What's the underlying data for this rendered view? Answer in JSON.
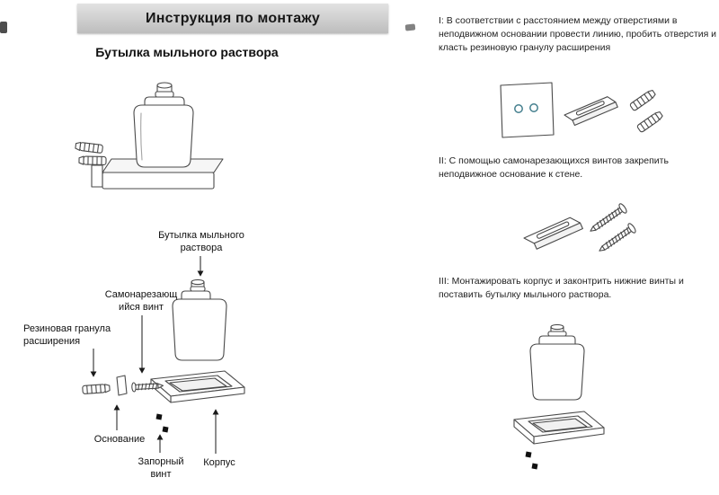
{
  "header": {
    "title": "Инструкция по монтажу"
  },
  "diagram": {
    "subtitle": "Бутылка мыльного раствора",
    "labels": {
      "bottle": "Бутылка мыльного раствора",
      "screw": "Самонарезающийся винт",
      "anchor": "Резиновая гранула расширения",
      "base": "Основание",
      "lock_screw": "Запорный винт",
      "body": "Корпус"
    }
  },
  "steps": [
    {
      "num": "I",
      "text": "I: В соответствии с расстоянием между отверстиями в неподвижном основании провести линию, пробить отверстия и класть резиновую гранулу расширения"
    },
    {
      "num": "II",
      "text": "II: С помощью самонарезающихся винтов закрепить неподвижное основание к стене."
    },
    {
      "num": "III",
      "text": "III: Монтажировать корпус и законтрить нижние винты и поставить бутылку мыльного раствора."
    }
  ],
  "colors": {
    "accent_hole": "#447f8e",
    "line": "#4a4a4a",
    "header_bar": "#cfcfcf"
  }
}
